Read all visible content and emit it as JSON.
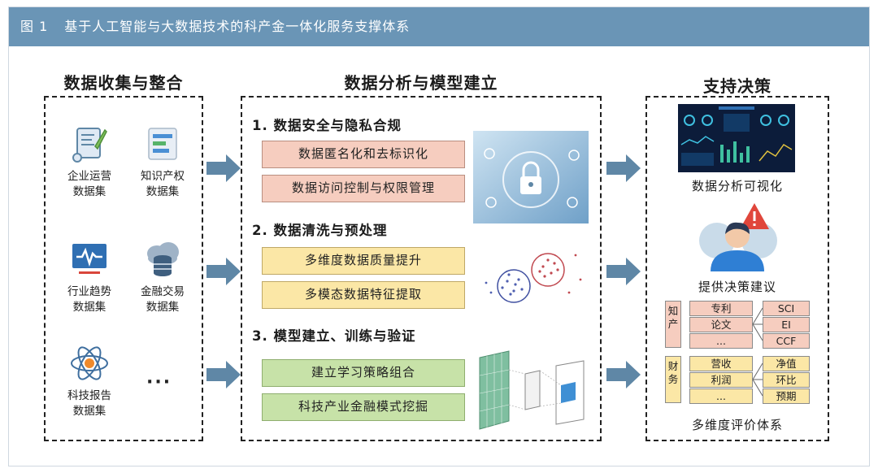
{
  "header": {
    "fig_label": "图 1",
    "title": "基于人工智能与大数据技术的科产金一体化服务支撑体系"
  },
  "left": {
    "title": "数据收集与整合",
    "datasets": [
      {
        "line1": "企业运营",
        "line2": "数据集",
        "icon": "scroll-icon"
      },
      {
        "line1": "知识产权",
        "line2": "数据集",
        "icon": "document-icon"
      },
      {
        "line1": "行业趋势",
        "line2": "数据集",
        "icon": "monitor-pulse-icon"
      },
      {
        "line1": "金融交易",
        "line2": "数据集",
        "icon": "cloud-database-icon"
      },
      {
        "line1": "科技报告",
        "line2": "数据集",
        "icon": "atom-icon"
      }
    ],
    "more": "···"
  },
  "middle": {
    "title": "数据分析与模型建立",
    "sections": [
      {
        "title": "1.  数据安全与隐私合规",
        "items": [
          "数据匿名化和去标识化",
          "数据访问控制与权限管理"
        ],
        "color": "#f6cdbf"
      },
      {
        "title": "2.  数据清洗与预处理",
        "items": [
          "多维度数据质量提升",
          "多模态数据特征提取"
        ],
        "color": "#fbe7a6"
      },
      {
        "title": "3.  模型建立、训练与验证",
        "items": [
          "建立学习策略组合",
          "科技产业金融模式挖掘"
        ],
        "color": "#c7e2a8"
      }
    ]
  },
  "right": {
    "title": "支持决策",
    "viz_caption": "数据分析可视化",
    "advice_caption": "提供决策建议",
    "eval_caption": "多维度评价体系",
    "knowledge": {
      "label": "知产",
      "items": [
        "专利",
        "论文",
        "..."
      ],
      "outputs": [
        "SCI",
        "EI",
        "CCF"
      ]
    },
    "finance": {
      "label": "财务",
      "items": [
        "营收",
        "利润",
        "..."
      ],
      "outputs": [
        "净值",
        "环比",
        "预期"
      ]
    }
  },
  "colors": {
    "header": "#6a95b6",
    "arrow": "#5f87a6",
    "pink": "#f6cdbf",
    "yellow": "#fbe7a6",
    "green": "#c7e2a8"
  }
}
